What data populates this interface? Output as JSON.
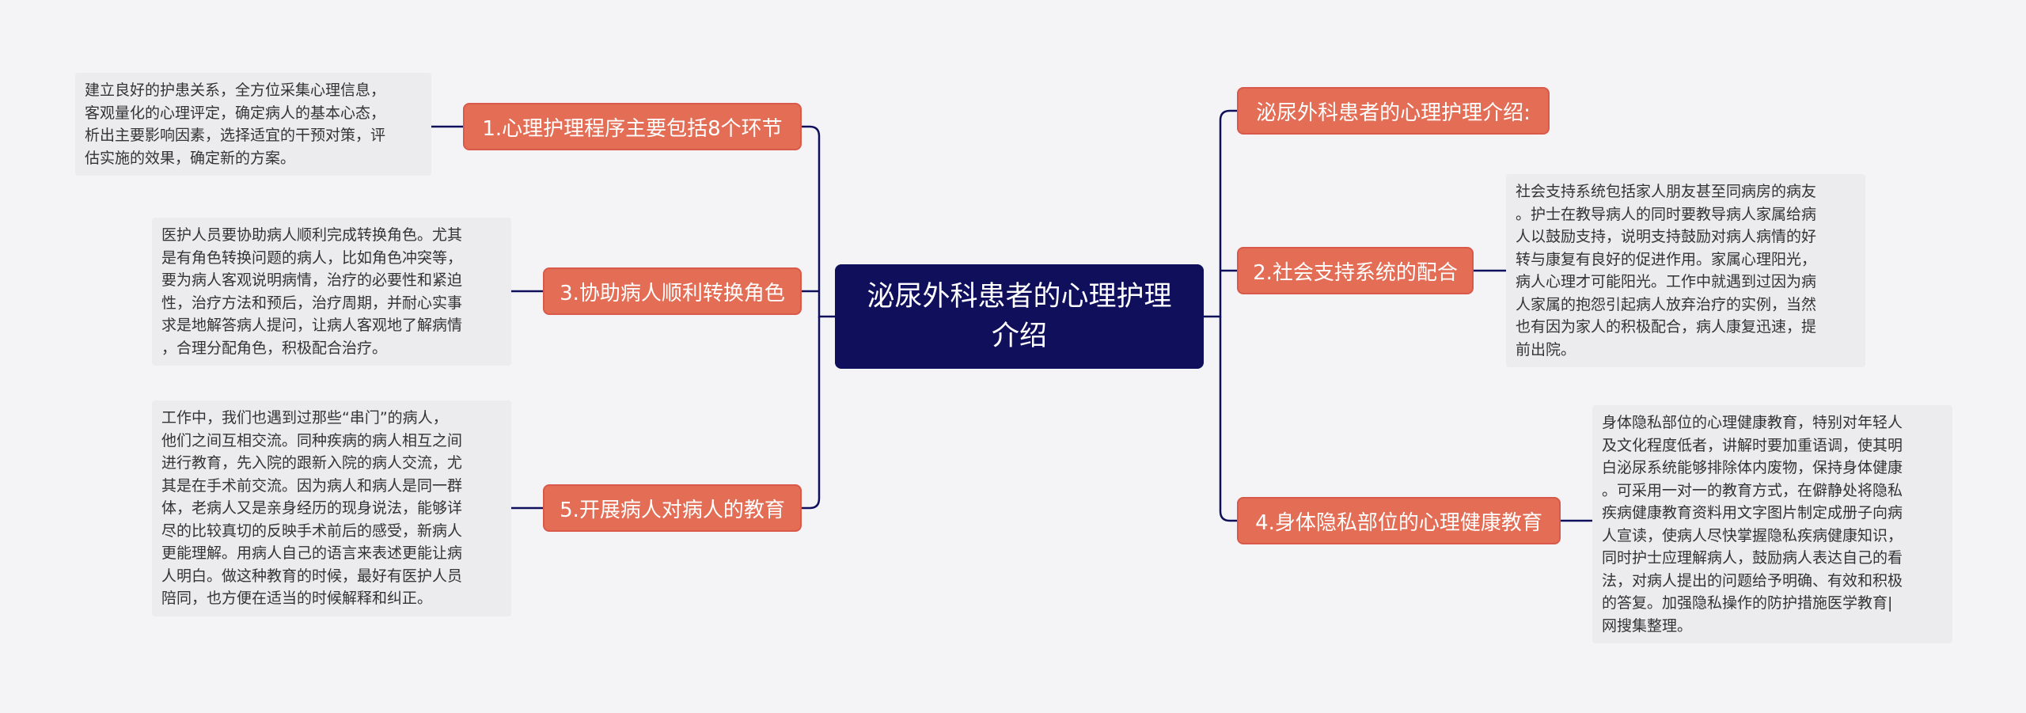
{
  "colors": {
    "background": "#f4f4f6",
    "root_fill": "#0f0f5c",
    "branch_fill": "#e36d55",
    "note_fill": "#ececef",
    "connector": "#0f0f5c"
  },
  "root": {
    "title": "泌尿外科患者的心理护理\n介绍"
  },
  "branches": {
    "b1": {
      "label": "1.心理护理程序主要包括8个环节",
      "note": "建立良好的护患关系，全方位采集心理信息，\n客观量化的心理评定，确定病人的基本心态，\n析出主要影响因素，选择适宜的干预对策，评\n估实施的效果，确定新的方案。"
    },
    "b3": {
      "label": "3.协助病人顺利转换角色",
      "note": "医护人员要协助病人顺利完成转换角色。尤其\n是有角色转换问题的病人，比如角色冲突等，\n要为病人客观说明病情，治疗的必要性和紧迫\n性，治疗方法和预后，治疗周期，并耐心实事\n求是地解答病人提问，让病人客观地了解病情\n，合理分配角色，积极配合治疗。"
    },
    "b5": {
      "label": "5.开展病人对病人的教育",
      "note": "工作中，我们也遇到过那些“串门”的病人，\n他们之间互相交流。同种疾病的病人相互之间\n进行教育，先入院的跟新入院的病人交流，尤\n其是在手术前交流。因为病人和病人是同一群\n体，老病人又是亲身经历的现身说法，能够详\n尽的比较真切的反映手术前后的感受，新病人\n更能理解。用病人自己的语言来表述更能让病\n人明白。做这种教育的时候，最好有医护人员\n陪同，也方便在适当的时候解释和纠正。"
    },
    "b0": {
      "label": "泌尿外科患者的心理护理介绍:"
    },
    "b2": {
      "label": "2.社会支持系统的配合",
      "note": "社会支持系统包括家人朋友甚至同病房的病友\n。护士在教导病人的同时要教导病人家属给病\n人以鼓励支持，说明支持鼓励对病人病情的好\n转与康复有良好的促进作用。家属心理阳光，\n病人心理才可能阳光。工作中就遇到过因为病\n人家属的抱怨引起病人放弃治疗的实例，当然\n也有因为家人的积极配合，病人康复迅速，提\n前出院。"
    },
    "b4": {
      "label": "4.身体隐私部位的心理健康教育",
      "note": "身体隐私部位的心理健康教育，特别对年轻人\n及文化程度低者，讲解时要加重语调，使其明\n白泌尿系统能够排除体内废物，保持身体健康\n。可采用一对一的教育方式，在僻静处将隐私\n疾病健康教育资料用文字图片制定成册子向病\n人宣读，使病人尽快掌握隐私疾病健康知识，\n同时护士应理解病人，鼓励病人表达自己的看\n法，对病人提出的问题给予明确、有效和积极\n的答复。加强隐私操作的防护措施医学教育|\n网搜集整理。"
    }
  }
}
